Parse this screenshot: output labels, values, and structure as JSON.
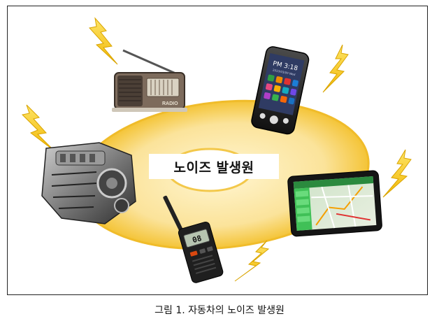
{
  "center_label": "노이즈 발생원",
  "caption": "그림 1. 자동차의 노이즈 발생원",
  "devices": {
    "radio_brand": "RADIO",
    "phone_time": "PM 3:18",
    "phone_date": "2013/03/09 Wed",
    "walkie_display": "08"
  },
  "colors": {
    "ring": "#f4c437",
    "ring_inner": "#fce9a8",
    "lightning": "#f5c518",
    "lightning_edge": "#d9a400"
  }
}
